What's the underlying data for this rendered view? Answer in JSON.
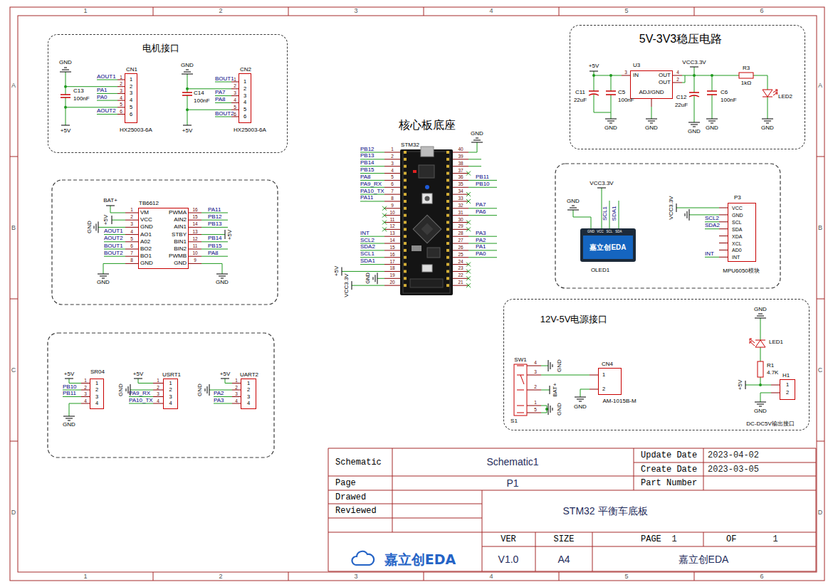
{
  "diagram": {
    "nodes": [
      {
        "text": [
          "电机接口"
        ]
      },
      {
        "text": [
          "CN1",
          "HX25003-6A"
        ],
        "in": 0
      },
      {
        "text": [
          "CN2",
          "HX25003-6A"
        ],
        "in": 0
      },
      {
        "text": [
          "TB6612"
        ]
      },
      {
        "text": [
          "SR04"
        ]
      },
      {
        "text": [
          "USRT1"
        ]
      },
      {
        "text": [
          "UART2"
        ]
      },
      {
        "text": [
          "STM32"
        ]
      },
      {
        "text": [
          "5V-3V3稳压电路"
        ]
      },
      {
        "text": [
          "U3"
        ],
        "in": 8
      },
      {
        "text": [
          "嘉立创EDA",
          "OLED1"
        ]
      },
      {
        "text": [
          "P3",
          "MPU6050模块"
        ]
      },
      {
        "text": [
          "12V-5V电源接口"
        ]
      },
      {
        "text": [
          "CN4",
          "AM-1015B-M"
        ],
        "in": 12
      },
      {
        "text": [
          "H1"
        ],
        "in": 12
      }
    ],
    "labels": [
      "1",
      "2",
      "3",
      "4",
      "5",
      "6",
      "1",
      "2",
      "3",
      "4",
      "5",
      "6",
      "A",
      "B",
      "C",
      "D",
      "A",
      "B",
      "C",
      "D",
      "GND",
      "C13",
      "100nF",
      "+5V",
      "AOUT1",
      "PA1",
      "PA0",
      "AOUT2",
      "1",
      "2",
      "3",
      "4",
      "5",
      "6",
      "1",
      "2",
      "3",
      "4",
      "5",
      "6",
      "GND",
      "BOUT1",
      "C14",
      "100nF",
      "PA7",
      "PA8",
      "BOUT2",
      "+5V",
      "1",
      "2",
      "3",
      "4",
      "5",
      "6",
      "1",
      "2",
      "3",
      "4",
      "5",
      "6",
      "BAT+",
      "+5V",
      "GND",
      "1",
      "2",
      "3",
      "4",
      "5",
      "6",
      "7",
      "8",
      "VM",
      "VCC",
      "GND",
      "AO1",
      "A02",
      "BO2",
      "BO1",
      "GND",
      "16",
      "15",
      "14",
      "13",
      "12",
      "11",
      "10",
      "9",
      "PWMA",
      "AIN2",
      "AIN1",
      "STBY",
      "BIN1",
      "BIN2",
      "PWMB",
      "GND",
      "AOUT1",
      "AOUT2",
      "BOUT1",
      "BOUT2",
      "GND",
      "PA11",
      "PB12",
      "PB13",
      "+5V",
      "PB14",
      "PB15",
      "PA8",
      "GND",
      "+5V",
      "PB10",
      "PB11",
      "GND",
      "1",
      "2",
      "3",
      "4",
      "1",
      "2",
      "3",
      "4",
      "+5V",
      "GND",
      "PA9_RX",
      "PA10_TX",
      "1",
      "2",
      "3",
      "4",
      "1",
      "2",
      "3",
      "4",
      "+5V",
      "GND",
      "PA2",
      "PA3",
      "1",
      "2",
      "3",
      "4",
      "1",
      "2",
      "3",
      "4",
      "核心板底座",
      "GND",
      "1",
      "2",
      "3",
      "4",
      "5",
      "6",
      "7",
      "8",
      "9",
      "10",
      "11",
      "12",
      "13",
      "14",
      "15",
      "16",
      "17",
      "18",
      "19",
      "20",
      "PB12",
      "PB13",
      "PB14",
      "PB15",
      "PA8",
      "PA9_RX",
      "PA10_TX",
      "PA11",
      "INT",
      "SCL2",
      "SDA2",
      "SCL1",
      "SDA1",
      "+5V",
      "GND",
      "VCC3.3V",
      "40",
      "39",
      "38",
      "37",
      "36",
      "35",
      "34",
      "33",
      "32",
      "31",
      "30",
      "29",
      "28",
      "27",
      "26",
      "25",
      "24",
      "23",
      "22",
      "21",
      "PB11",
      "PB10",
      "PA7",
      "PA6",
      "PA3",
      "PA2",
      "PA1",
      "PA0",
      "+5V",
      "3",
      "IN",
      "OUT",
      "4",
      "OUT",
      "2",
      "ADJ/GND",
      "VCC3.3V",
      "R3",
      "1kΩ",
      "C11",
      "22uF",
      "C5",
      "100nF",
      "C12",
      "22uF",
      "C6",
      "100nF",
      "LED2",
      "GND",
      "GND",
      "GND",
      "GND",
      "GND",
      "VCC3.3V",
      "GND",
      "SCL1",
      "SDA1",
      "GND",
      "VCC",
      "SCL",
      "SDA",
      "VCC3.3V",
      "SCL2",
      "SDA2",
      "INT",
      "VCC",
      "GND",
      "SCL",
      "SDA",
      "XDA",
      "XCL",
      "AD0",
      "INT",
      "SW1",
      "4",
      "3",
      "2",
      "1",
      "5",
      "GND",
      "BAT+",
      "GND",
      "S1",
      "1",
      "2",
      "GND",
      "GND",
      "LED1",
      "R1",
      "4.7K",
      "+5V",
      "1",
      "2",
      "GND",
      "DC-DC5V输出接口",
      "Schematic",
      "Schematic1",
      "Update Date",
      "2023-04-02",
      "Create Date",
      "2023-03-05",
      "Page",
      "P1",
      "Part Number",
      "Drawed",
      "Reviewed",
      "STM32 平衡车底板",
      "VER",
      "SIZE",
      "PAGE",
      "1",
      "OF",
      "1",
      "嘉立创EDA",
      "V1.0",
      "A4",
      "嘉立创EDA"
    ]
  }
}
